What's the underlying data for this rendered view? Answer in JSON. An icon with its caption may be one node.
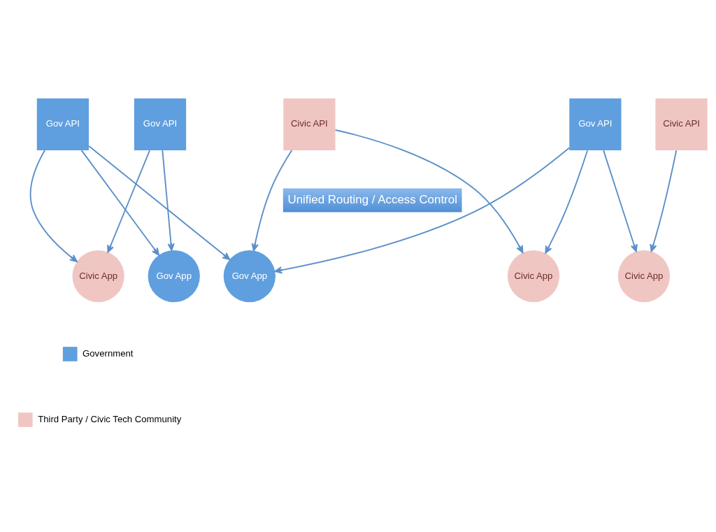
{
  "diagram": {
    "nodes": [
      {
        "text": [
          "Gov API"
        ]
      },
      {
        "text": [
          "Gov API"
        ]
      },
      {
        "text": [
          "Civic API"
        ]
      },
      {
        "text": [
          "Gov API"
        ]
      },
      {
        "text": [
          "Civic API"
        ]
      },
      {
        "text": [
          "Unified Routing / Access Control"
        ]
      },
      {
        "text": [
          "Civic App"
        ]
      },
      {
        "text": [
          "Gov App"
        ]
      },
      {
        "text": [
          "Gov App"
        ]
      },
      {
        "text": [
          "Civic App"
        ]
      },
      {
        "text": [
          "Civic App"
        ]
      }
    ],
    "edges": [
      {
        "from": 0,
        "to": 6,
        "arrow": "to"
      },
      {
        "from": 0,
        "to": 7,
        "arrow": "to"
      },
      {
        "from": 0,
        "to": 8,
        "arrow": "to"
      },
      {
        "from": 1,
        "to": 6,
        "arrow": "to"
      },
      {
        "from": 1,
        "to": 7,
        "arrow": "to"
      },
      {
        "from": 2,
        "to": 8,
        "arrow": "to"
      },
      {
        "from": 2,
        "to": 9,
        "arrow": "to"
      },
      {
        "from": 3,
        "to": 8,
        "arrow": "to"
      },
      {
        "from": 3,
        "to": 9,
        "arrow": "to"
      },
      {
        "from": 3,
        "to": 10,
        "arrow": "to"
      },
      {
        "from": 4,
        "to": 10,
        "arrow": "to"
      }
    ],
    "legend": [
      {
        "text": "Government",
        "color": "#5f9fdf"
      },
      {
        "text": "Third Party / Civic Tech Community",
        "color": "#f0c6c3"
      }
    ]
  }
}
